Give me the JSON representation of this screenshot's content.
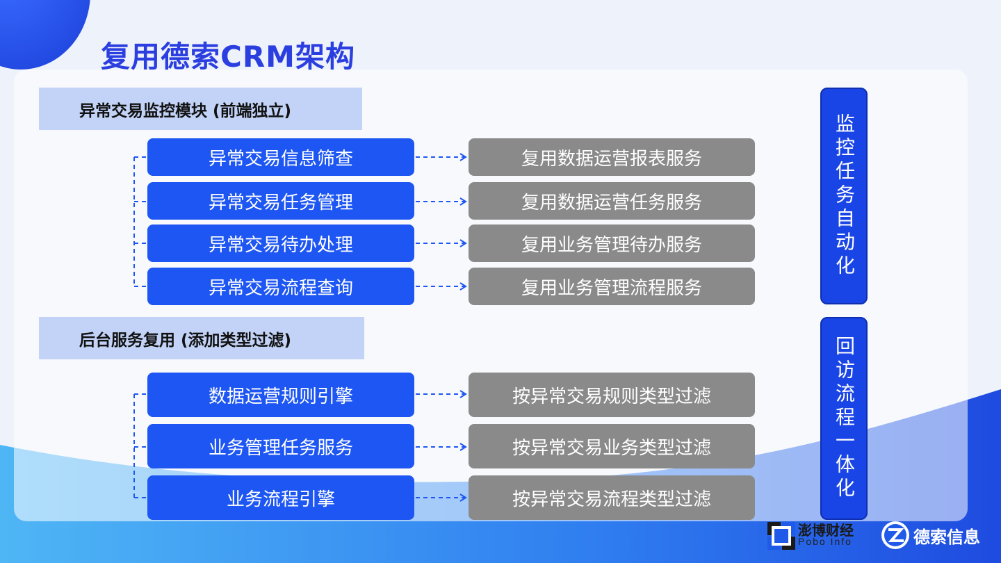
{
  "title": "复用德索CRM架构",
  "section1": {
    "header": "异常交易监控模块 (前端独立)",
    "left": [
      "异常交易信息筛查",
      "异常交易任务管理",
      "异常交易待办处理",
      "异常交易流程查询"
    ],
    "right": [
      "复用数据运营报表服务",
      "复用数据运营任务服务",
      "复用业务管理待办服务",
      "复用业务管理流程服务"
    ]
  },
  "section2": {
    "header": "后台服务复用 (添加类型过滤)",
    "left": [
      "数据运营规则引擎",
      "业务管理任务服务",
      "业务流程引擎"
    ],
    "right": [
      "按异常交易规则类型过滤",
      "按异常交易业务类型过滤",
      "按异常交易流程类型过滤"
    ]
  },
  "side": {
    "top": "监控任务自动化",
    "bottom": "回访流程一体化"
  },
  "logos": {
    "pobo_cn": "澎博财经",
    "pobo_en": "Pobo Info",
    "desuo_cn": "德索信息"
  },
  "colors": {
    "title": "#2b3fe0",
    "blue_box": "#1d56f2",
    "gray_box": "#8a8a8a",
    "header_bg": "#c2d3f7"
  }
}
